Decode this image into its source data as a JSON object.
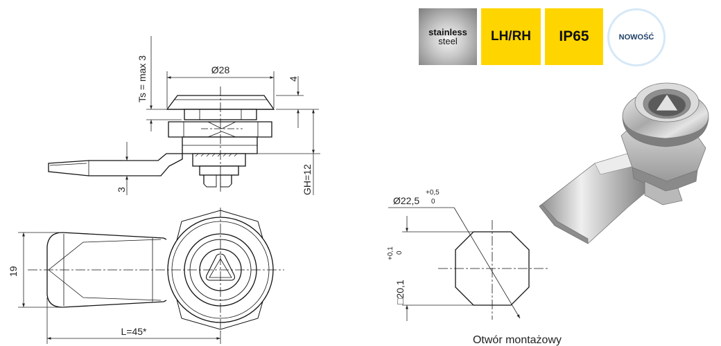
{
  "badges": {
    "material_line1": "stainless",
    "material_line2": "steel",
    "handing": "LH/RH",
    "protection": "IP65",
    "new": "NOWOŚĆ"
  },
  "side_view": {
    "thickness": "Ts = max 3",
    "diameter": "Ø28",
    "head_height": "4",
    "tongue_thickness": "3",
    "grip_height": "GH=12"
  },
  "top_view": {
    "width": "19",
    "length": "L=45*"
  },
  "cutout": {
    "diameter": "Ø22,5",
    "diameter_tol_upper": "+0,5",
    "diameter_tol_lower": "0",
    "square": "□20,1",
    "square_tol_upper": "+0,1",
    "square_tol_lower": "0",
    "caption": "Otwór montażowy"
  }
}
